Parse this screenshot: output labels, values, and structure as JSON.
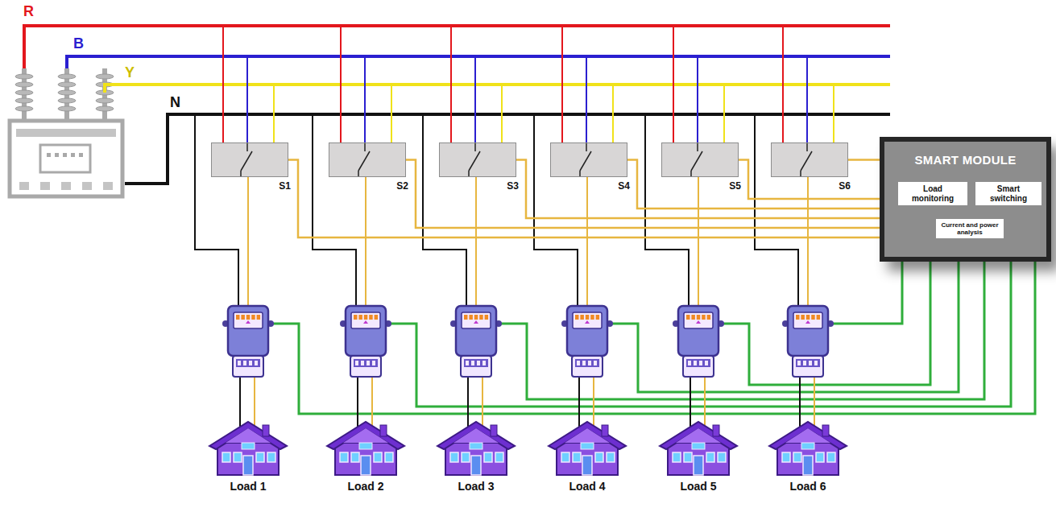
{
  "diagram": {
    "nodes": [
      {
        "text": [
          "S1"
        ]
      },
      {
        "text": [
          "S2"
        ]
      },
      {
        "text": [
          "S3"
        ]
      },
      {
        "text": [
          "S4"
        ]
      },
      {
        "text": [
          "S5"
        ]
      },
      {
        "text": [
          "S6"
        ]
      },
      {
        "text": [
          "SMART MODULE"
        ]
      },
      {
        "text": [
          "Load monitoring"
        ],
        "in": 6
      },
      {
        "text": [
          "Smart switching"
        ],
        "in": 6
      },
      {
        "text": [
          "Current and power analysis"
        ],
        "in": 6
      },
      {
        "text": [
          "Load 1"
        ]
      },
      {
        "text": [
          "Load 2"
        ]
      },
      {
        "text": [
          "Load 3"
        ]
      },
      {
        "text": [
          "Load 4"
        ]
      },
      {
        "text": [
          "Load 5"
        ]
      },
      {
        "text": [
          "Load 6"
        ]
      }
    ],
    "edges": [
      {
        "from": 0,
        "to": 6,
        "arrow": "none"
      },
      {
        "from": 1,
        "to": 6,
        "arrow": "none"
      },
      {
        "from": 2,
        "to": 6,
        "arrow": "none"
      },
      {
        "from": 3,
        "to": 6,
        "arrow": "none"
      },
      {
        "from": 4,
        "to": 6,
        "arrow": "none"
      },
      {
        "from": 5,
        "to": 6,
        "arrow": "none"
      }
    ],
    "labels": [
      "R",
      "B",
      "Y",
      "N"
    ]
  }
}
